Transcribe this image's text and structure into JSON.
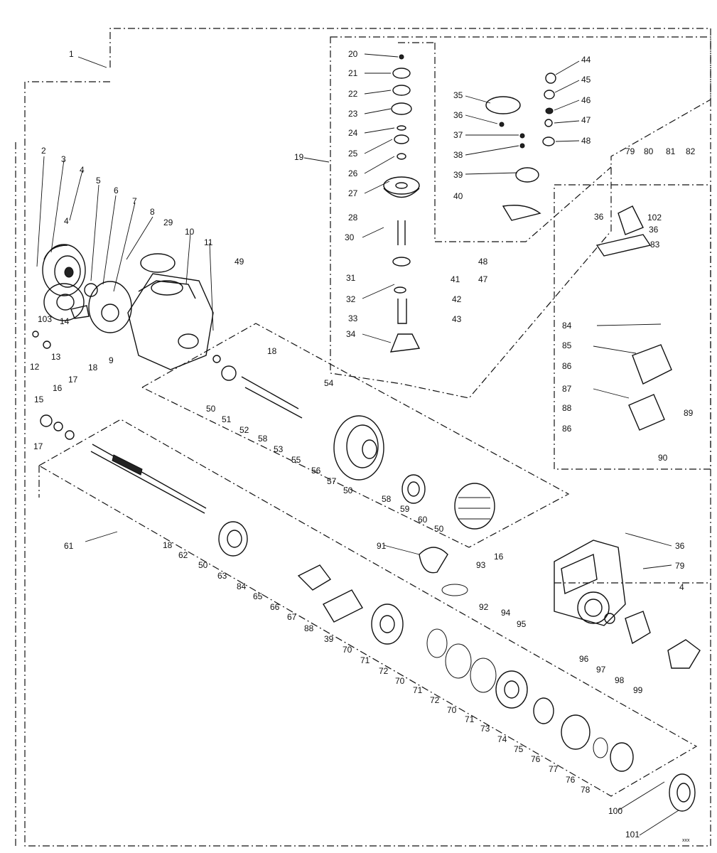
{
  "diagram": {
    "labels": [
      "1",
      "2",
      "3",
      "4",
      "5",
      "6",
      "7",
      "8",
      "29",
      "10",
      "11",
      "49",
      "19",
      "20",
      "21",
      "22",
      "23",
      "24",
      "25",
      "26",
      "27",
      "28",
      "30",
      "31",
      "32",
      "33",
      "34",
      "41",
      "42",
      "43",
      "35",
      "36",
      "37",
      "38",
      "39",
      "40",
      "44",
      "45",
      "46",
      "47",
      "48",
      "48",
      "47",
      "79",
      "80",
      "81",
      "82",
      "36",
      "102",
      "36",
      "83",
      "103",
      "14",
      "12",
      "13",
      "9",
      "18",
      "50",
      "51",
      "52",
      "58",
      "53",
      "54",
      "55",
      "56",
      "57",
      "50",
      "58",
      "59",
      "60",
      "50",
      "15",
      "16",
      "17",
      "17",
      "18",
      "61",
      "18",
      "62",
      "50",
      "63",
      "84",
      "65",
      "66",
      "67",
      "88",
      "39",
      "70",
      "71",
      "72",
      "70",
      "71",
      "72",
      "70",
      "71",
      "73",
      "74",
      "75",
      "76",
      "77",
      "76",
      "78",
      "100",
      "101",
      "91",
      "93",
      "16",
      "92",
      "94",
      "95",
      "96",
      "97",
      "98",
      "99",
      "84",
      "85",
      "86",
      "87",
      "88",
      "89",
      "86",
      "90",
      "36",
      "79",
      "4",
      "4"
    ],
    "stamp": "xxx"
  }
}
